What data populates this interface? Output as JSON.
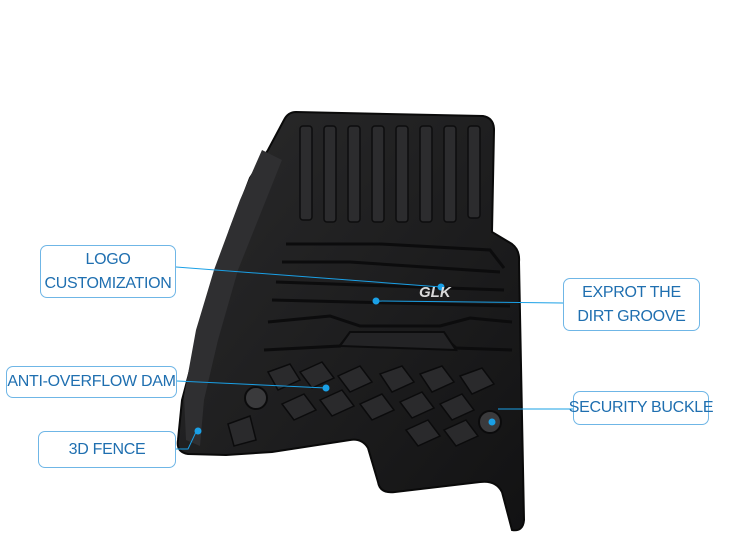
{
  "callouts": {
    "logo": {
      "line1": "LOGO",
      "line2": "CUSTOMIZATION"
    },
    "groove": {
      "line1": "EXPROT THE",
      "line2": "DIRT GROOVE"
    },
    "dam": {
      "text": "ANTI-OVERFLOW DAM"
    },
    "buckle": {
      "text": "SECURITY BUCKLE"
    },
    "fence": {
      "text": "3D FENCE"
    }
  },
  "mat": {
    "logo_text": "GLK"
  },
  "colors": {
    "accent": "#1aa0e6",
    "label_text": "#1f6fb0",
    "label_border": "#6fb6e6",
    "mat": "#1b1b1c"
  }
}
